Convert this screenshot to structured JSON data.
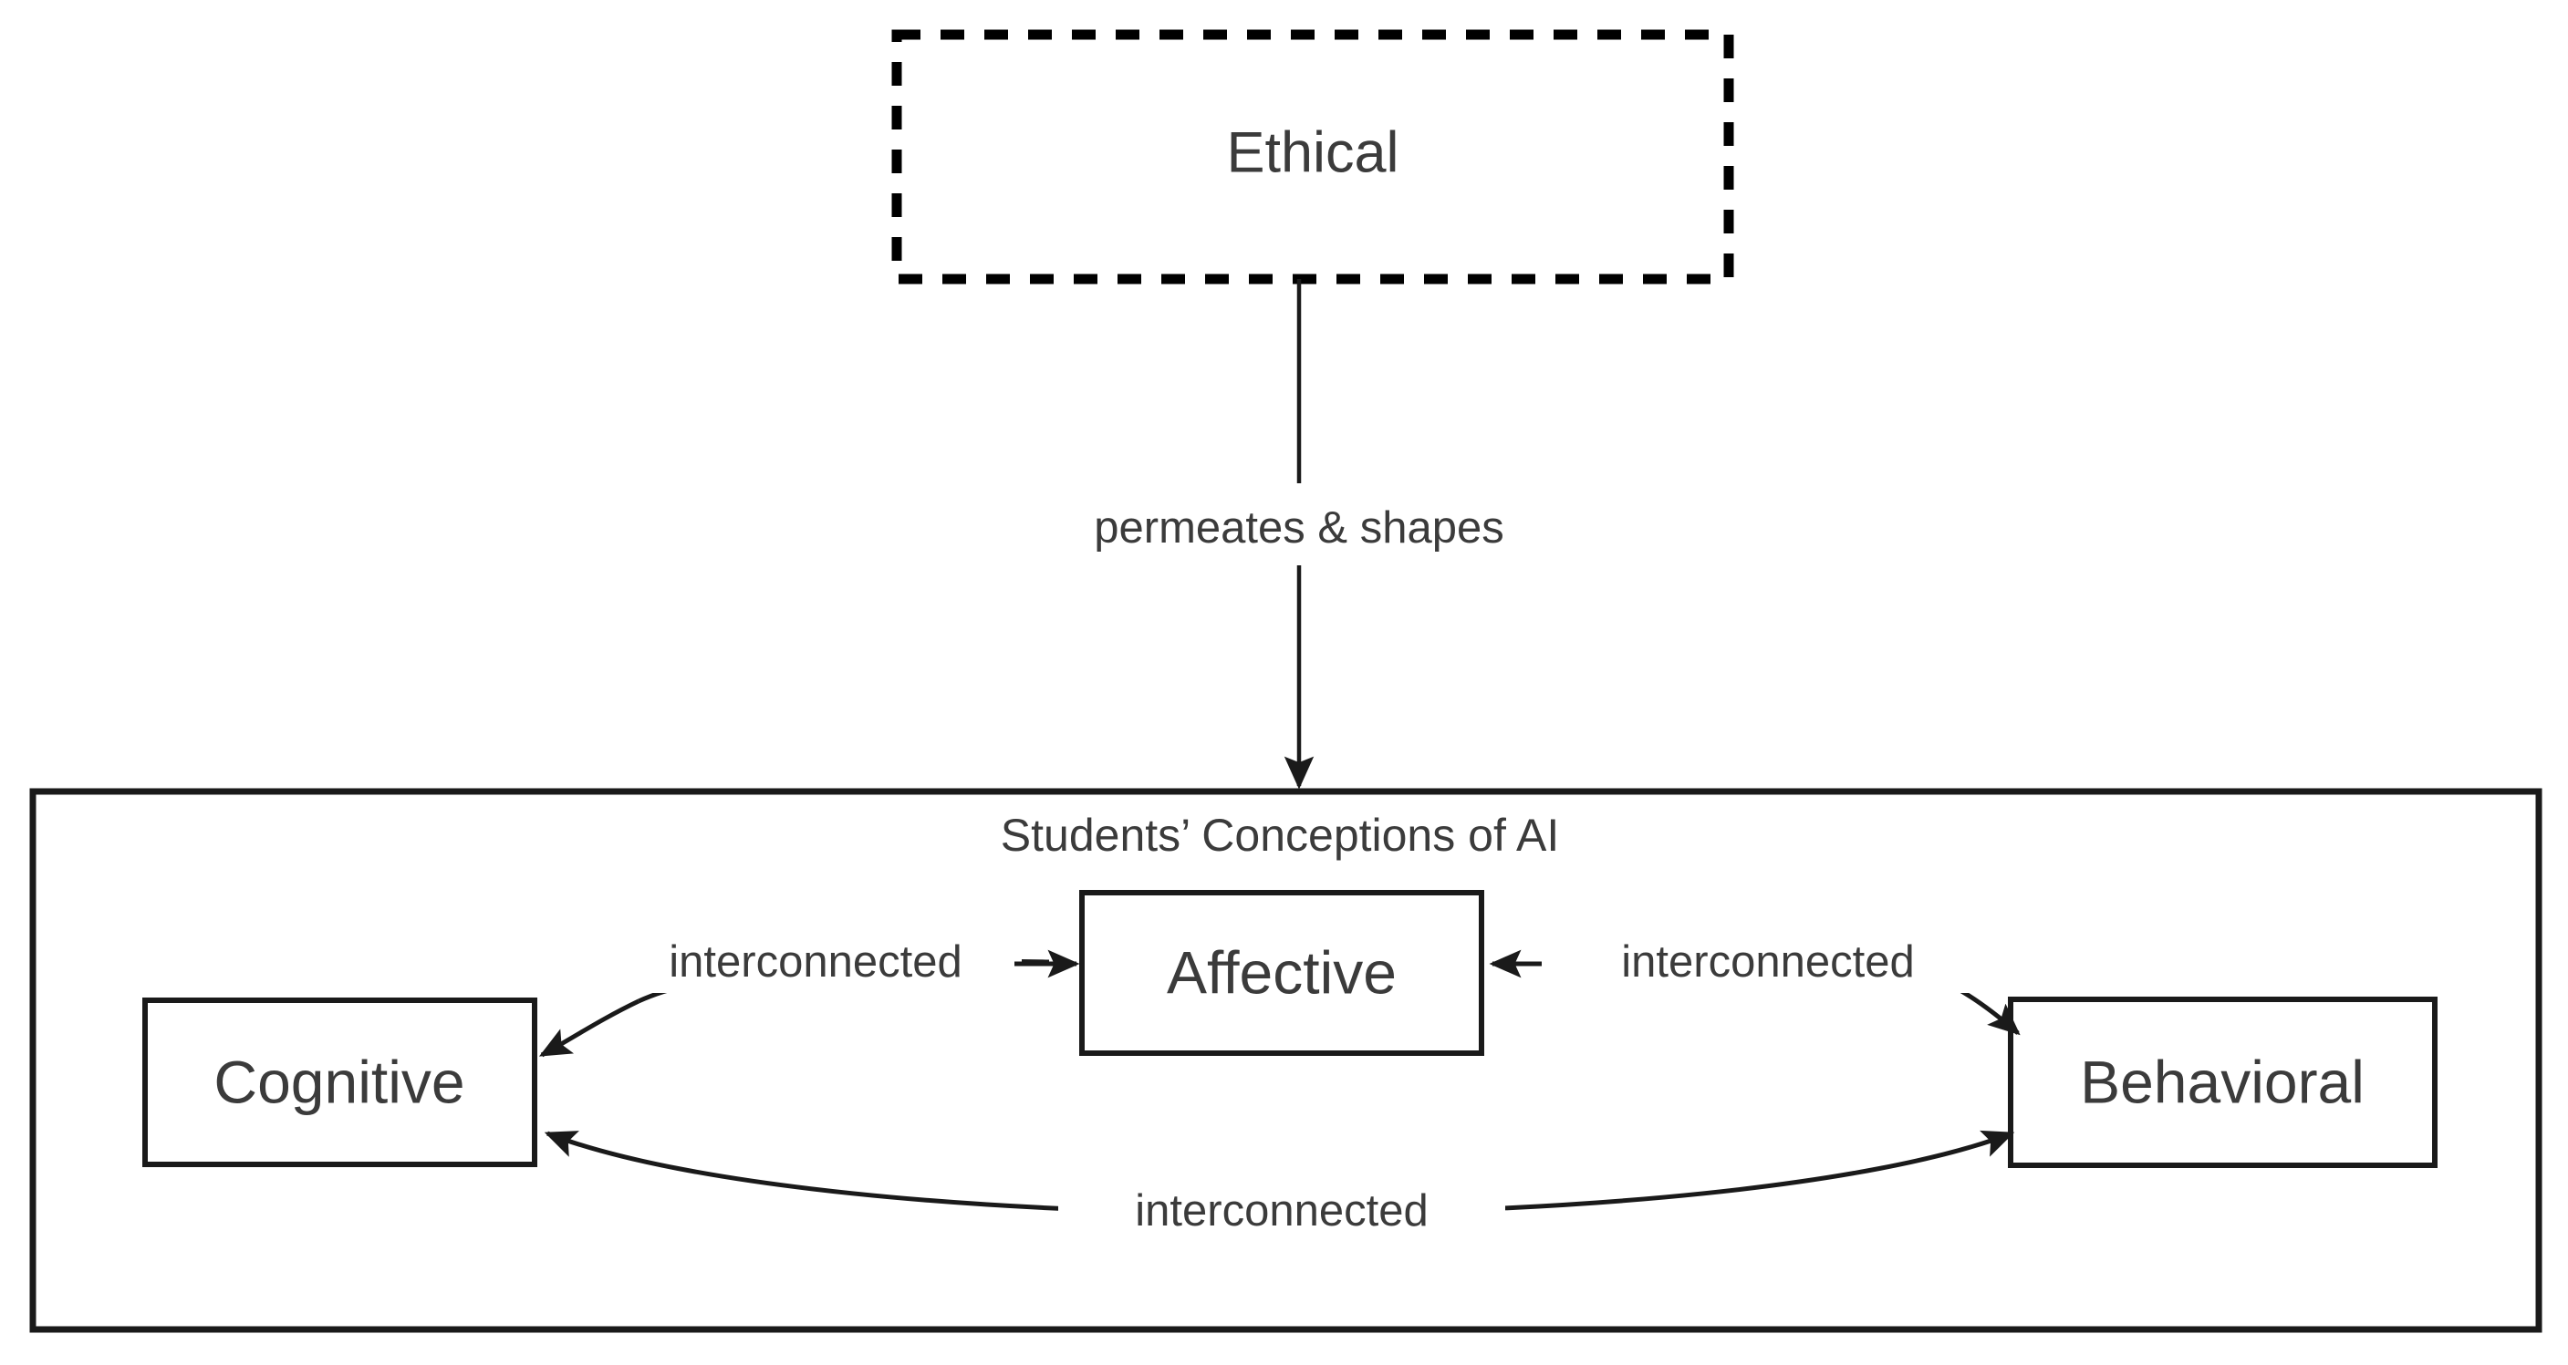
{
  "diagram": {
    "title_node": {
      "label": "Ethical",
      "border_style": "dashed",
      "border_color": "#000000"
    },
    "container": {
      "label": "Students’ Conceptions of AI",
      "border_color": "#1a1a1a"
    },
    "nodes": [
      {
        "id": "cognitive",
        "label": "Cognitive"
      },
      {
        "id": "affective",
        "label": "Affective"
      },
      {
        "id": "behavioral",
        "label": "Behavioral"
      }
    ],
    "edges": [
      {
        "id": "ethical-to-container",
        "label": "permeates & shapes",
        "from": "ethical",
        "to": "container",
        "direction": "down"
      },
      {
        "id": "affective-to-cognitive",
        "label": "interconnected",
        "from": "affective",
        "to": "cognitive",
        "direction": "left"
      },
      {
        "id": "affective-to-behavioral",
        "label": "interconnected",
        "from": "affective",
        "to": "behavioral",
        "direction": "right"
      },
      {
        "id": "cognitive-to-behavioral",
        "label": "interconnected",
        "from": "cognitive",
        "to": "behavioral",
        "direction": "both"
      }
    ],
    "colors": {
      "stroke": "#1a1a1a",
      "text": "#3b3b3b",
      "background": "#ffffff"
    }
  }
}
